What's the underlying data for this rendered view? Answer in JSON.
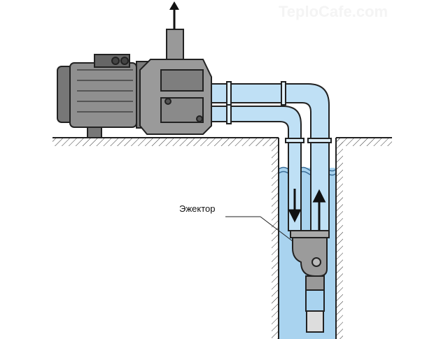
{
  "diagram": {
    "title": "Ejector well pump scheme",
    "ejector_label": "Эжектор",
    "watermark": "TeploCafe.com",
    "colors": {
      "water": "#a9d3ef",
      "pipe": "#bfe0f5",
      "pump": "#8a8a8a",
      "outline": "#222222"
    }
  }
}
